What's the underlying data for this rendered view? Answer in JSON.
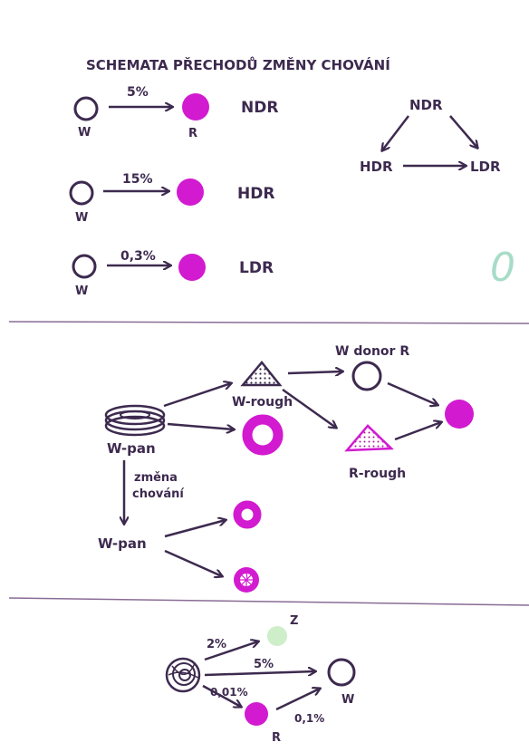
{
  "title": "SCHEMATA PŘECHODŮ ZMĚNY CHOVÁNÍ",
  "section1": {
    "rows": [
      {
        "pct": "5%",
        "from_label": "W",
        "to_label": "R",
        "type": "NDR"
      },
      {
        "pct": "15%",
        "from_label": "W",
        "to_label": "",
        "type": "HDR"
      },
      {
        "pct": "0,3%",
        "from_label": "W",
        "to_label": "",
        "type": "LDR"
      }
    ],
    "triangle": {
      "top": "NDR",
      "left": "HDR",
      "right": "LDR"
    },
    "margin_mark": "0"
  },
  "section2": {
    "w_pan": "W-pan",
    "w_rough": "W-rough",
    "w_donor": "W donor R",
    "r_rough": "R-rough",
    "change_line1": "změna",
    "change_line2": "chování",
    "w_pan_2": "W-pan"
  },
  "section3": {
    "z_label": "Z",
    "pct_z": "2%",
    "pct_w": "5%",
    "pct_r": "0,01%",
    "r_label": "R",
    "pct_rw": "0,1%",
    "w_label": "W"
  },
  "colors": {
    "ink": "#3d2a4f",
    "magenta": "#d21ad0",
    "green": "#cdeec8",
    "teal": "#a8dcc8"
  }
}
